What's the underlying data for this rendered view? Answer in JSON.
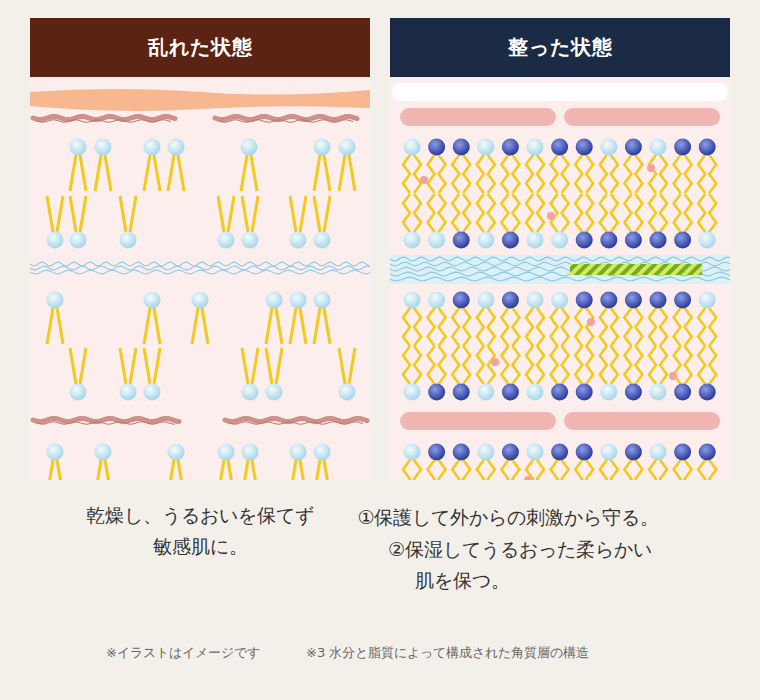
{
  "diagram": {
    "nodes": [
      {
        "text": [
          "乱れた状態"
        ]
      },
      {
        "text": [
          "整った状態"
        ]
      }
    ],
    "labels": [
      "乾燥し、うるおいを保てず 敏感肌に。",
      "①保護して外からの刺激から守る。",
      "②保湿してうるおった柔らかい 肌を保つ。",
      "※イラストはイメージです",
      "※3 水分と脂質によって構成された角質層の構造"
    ]
  }
}
